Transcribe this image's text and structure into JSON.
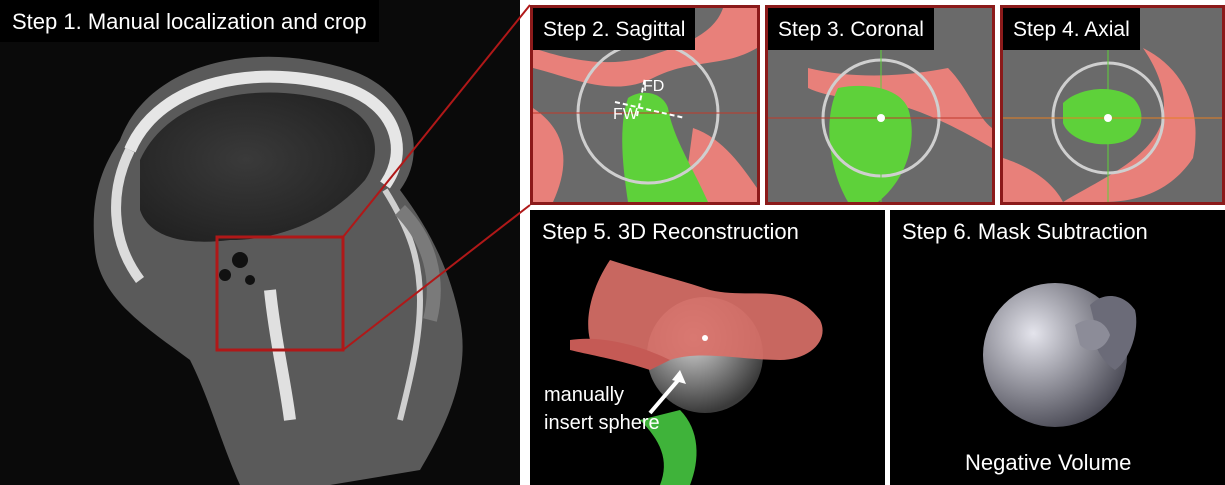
{
  "steps": {
    "step1": "Step 1. Manual localization and crop",
    "step2": "Step 2. Sagittal",
    "step3": "Step 3. Coronal",
    "step4": "Step 4. Axial",
    "step5": "Step 5. 3D Reconstruction",
    "step6": "Step 6. Mask Subtraction"
  },
  "annotations": {
    "fd": "FD",
    "fw": "FW",
    "insert_line1": "manually",
    "insert_line2": "insert sphere",
    "negative_volume": "Negative Volume"
  },
  "colors": {
    "frame": "#8b1a1a",
    "bone_mask": "#e8807a",
    "condyle_mask": "#5ed13a",
    "sphere": "#c8c8c8"
  }
}
